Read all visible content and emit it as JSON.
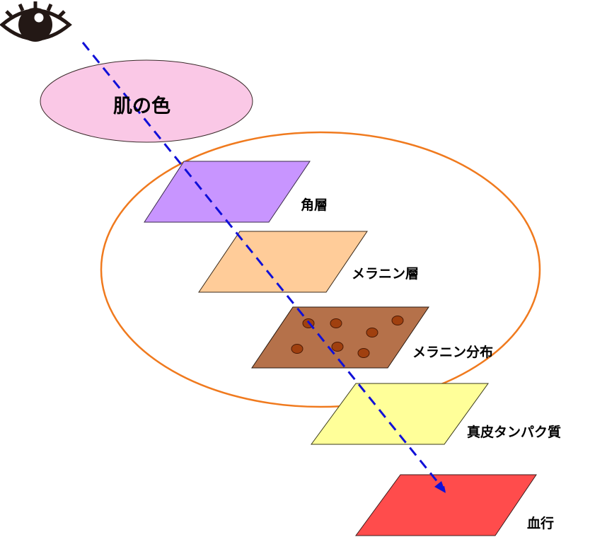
{
  "diagram": {
    "title": "肌の色",
    "colors": {
      "title_ellipse_fill": "#FAC8E6",
      "group_ellipse_stroke": "#F07A1E",
      "light_path": "#1010D8",
      "melanin_dot": "#A0400F"
    },
    "viewer": {
      "icon": "eye-icon"
    },
    "layers": [
      {
        "name": "角層",
        "fill": "#C895FF"
      },
      {
        "name": "メラニン層",
        "fill": "#FFCC99"
      },
      {
        "name": "メラニン分布",
        "fill": "#B5714A"
      },
      {
        "name": "真皮タンパク質",
        "fill": "#FFFF99"
      },
      {
        "name": "血行",
        "fill": "#FF4C4C"
      }
    ]
  }
}
